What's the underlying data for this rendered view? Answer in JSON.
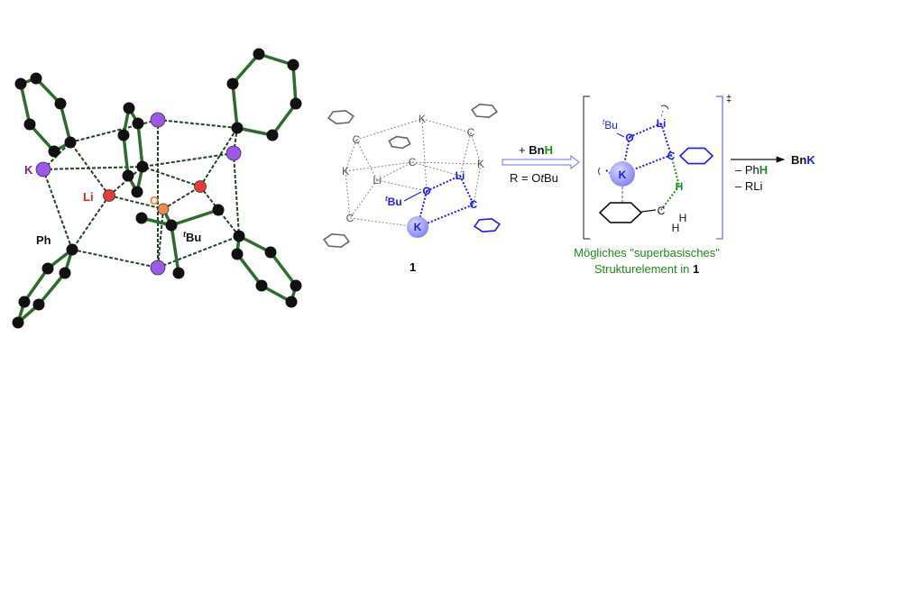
{
  "crystal_structure": {
    "labels": {
      "K": "K",
      "Li": "Li",
      "O": "O",
      "tBu_sup": "t",
      "tBu": "Bu",
      "Ph": "Ph"
    },
    "colors": {
      "carbon": "#111111",
      "bond": "#2e6b2e",
      "potassium": "#9b59e8",
      "lithium": "#e83a3a",
      "oxygen": "#f08a4b"
    }
  },
  "compound_1": {
    "atoms": {
      "K": "K",
      "C": "C",
      "Li": "Li",
      "O": "O",
      "tBu_sup": "t",
      "tBu": "Bu"
    },
    "label": "1",
    "highlight_color": "#1a1aff"
  },
  "reaction": {
    "reagent_prefix": "+ ",
    "reagent_bn": "Bn",
    "reagent_h": "H",
    "condition": "R = O",
    "condition_t": "t",
    "condition_bu": "Bu",
    "transition_state_mark": "‡",
    "ts_atoms": {
      "tBu_sup": "t",
      "tBu": "Bu",
      "O": "O",
      "Li": "Li",
      "C": "C",
      "K": "K",
      "H": "H",
      "CH2_C": "C",
      "CH2_H1": "H",
      "CH2_H2": "H"
    },
    "byproduct1_prefix": "– Ph",
    "byproduct1_h": "H",
    "byproduct2": "– RLi",
    "product_bn": "Bn",
    "product_k": "K",
    "caption_line1": "Mögliches \"superbasisches\"",
    "caption_line2_prefix": "Strukturelement in ",
    "caption_line2_bold": "1",
    "caption_color": "#1e8a1e"
  }
}
